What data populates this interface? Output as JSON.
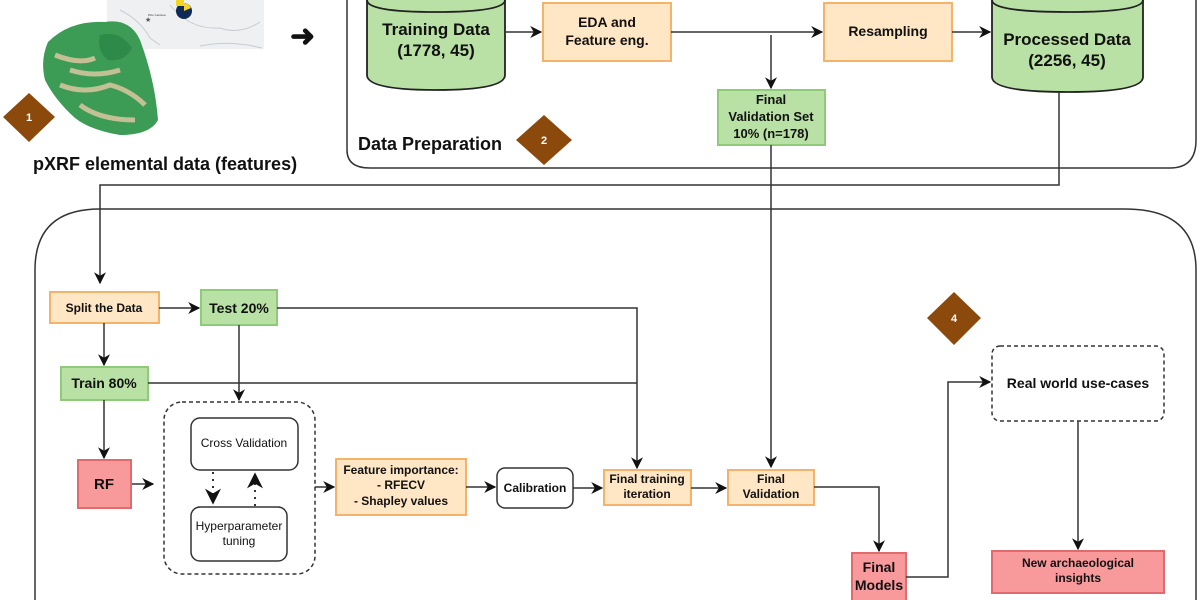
{
  "input": {
    "caption": "pXRF elemental data (features)",
    "badge": "1",
    "map_label": "Pico Centeno"
  },
  "data_preparation": {
    "title": "Data Preparation",
    "badge": "2",
    "training_data": {
      "line1": "Training Data",
      "line2": "(1778, 45)"
    },
    "eda": {
      "line1": "EDA and",
      "line2": "Feature eng."
    },
    "resampling": "Resampling",
    "processed_data": {
      "line1": "Processed Data",
      "line2": "(2256, 45)"
    },
    "final_validation_set": {
      "line1": "Final",
      "line2": "Validation Set",
      "line3": "10% (n=178)"
    }
  },
  "modeling": {
    "badge": "4",
    "split": "Split the Data",
    "test": "Test 20%",
    "train": "Train 80%",
    "rf": "RF",
    "cross_validation": "Cross Validation",
    "hyperparameter": {
      "line1": "Hyperparameter",
      "line2": "tuning"
    },
    "feature_importance": {
      "line1": "Feature importance:",
      "line2": "- RFECV",
      "line3": "- Shapley values"
    },
    "calibration": "Calibration",
    "final_training": {
      "line1": "Final training",
      "line2": "iteration"
    },
    "final_validation": {
      "line1": "Final",
      "line2": "Validation"
    },
    "final_models": {
      "line1": "Final",
      "line2": "Models"
    },
    "real_world": "Real world use-cases",
    "insights": {
      "line1": "New archaeological",
      "line2": "insights"
    }
  },
  "colors": {
    "process": "#ffe6c4",
    "data": "#b9e0a5",
    "model": "#f8999b",
    "badge": "#8b4a0c"
  }
}
